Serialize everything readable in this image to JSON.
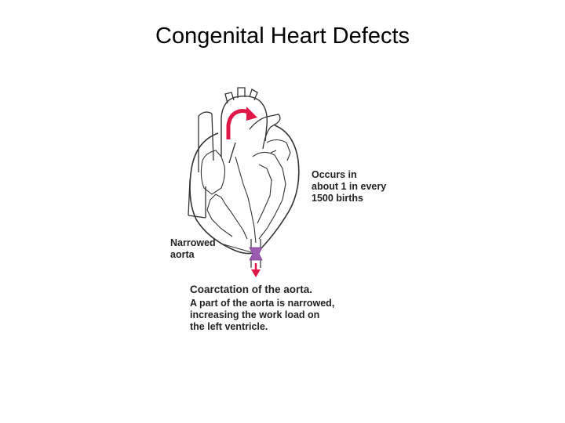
{
  "slide": {
    "title": "Congenital Heart Defects"
  },
  "diagram": {
    "stat_note": "Occurs in\nabout 1 in every\n1500 births",
    "narrowed_label": "Narrowed\naorta",
    "caption_title": "Coarctation of the aorta.",
    "caption_body": "A part of the aorta is narrowed,\nincreasing the work load on\nthe left ventricle.",
    "colors": {
      "outline": "#333333",
      "flow_arrow": "#e0184a",
      "narrowing": "#9b5bb0"
    }
  }
}
